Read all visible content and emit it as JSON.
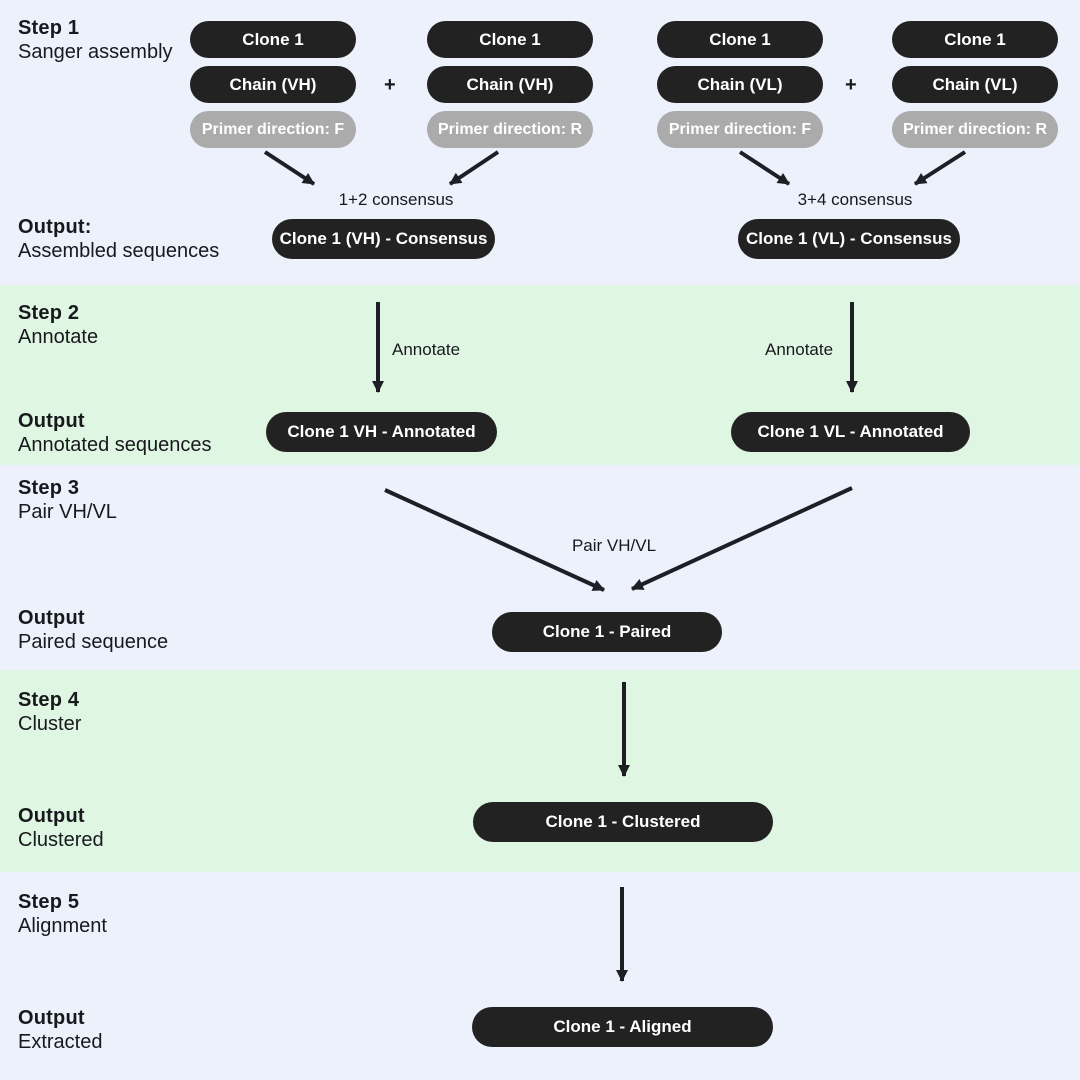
{
  "colors": {
    "band_lavender": "#ECF1FC",
    "band_green": "#DFF6E3",
    "pill_dark": "#222222",
    "pill_gray": "#ABABAB",
    "pill_text": "#FFFFFF",
    "text": "#17191C",
    "arrow": "#1D1F24"
  },
  "steps": [
    {
      "title": "Step 1",
      "subtitle": "Sanger assembly",
      "output_title": "Output:",
      "output_subtitle": "Assembled sequences"
    },
    {
      "title": "Step 2",
      "subtitle": "Annotate",
      "output_title": "Output",
      "output_subtitle": "Annotated sequences"
    },
    {
      "title": "Step 3",
      "subtitle": "Pair VH/VL",
      "output_title": "Output",
      "output_subtitle": "Paired sequence"
    },
    {
      "title": "Step 4",
      "subtitle": "Cluster",
      "output_title": "Output",
      "output_subtitle": "Clustered"
    },
    {
      "title": "Step 5",
      "subtitle": "Alignment",
      "output_title": "Output",
      "output_subtitle": "Extracted"
    }
  ],
  "step1": {
    "columns": [
      {
        "clone": "Clone 1",
        "chain": "Chain (VH)",
        "primer": "Primer direction: F"
      },
      {
        "clone": "Clone 1",
        "chain": "Chain (VH)",
        "primer": "Primer direction: R"
      },
      {
        "clone": "Clone 1",
        "chain": "Chain (VL)",
        "primer": "Primer direction: F"
      },
      {
        "clone": "Clone 1",
        "chain": "Chain (VL)",
        "primer": "Primer direction: R"
      }
    ],
    "plus": "+",
    "consensus_left": "1+2 consensus",
    "consensus_right": "3+4 consensus",
    "output_left": "Clone 1 (VH) - Consensus",
    "output_right": "Clone 1 (VL) - Consensus"
  },
  "step2": {
    "arrow_label": "Annotate",
    "output_left": "Clone 1 VH - Annotated",
    "output_right": "Clone 1 VL - Annotated"
  },
  "step3": {
    "arrow_label": "Pair VH/VL",
    "output": "Clone 1 - Paired"
  },
  "step4": {
    "output": "Clone 1 - Clustered"
  },
  "step5": {
    "output": "Clone 1 - Aligned"
  }
}
